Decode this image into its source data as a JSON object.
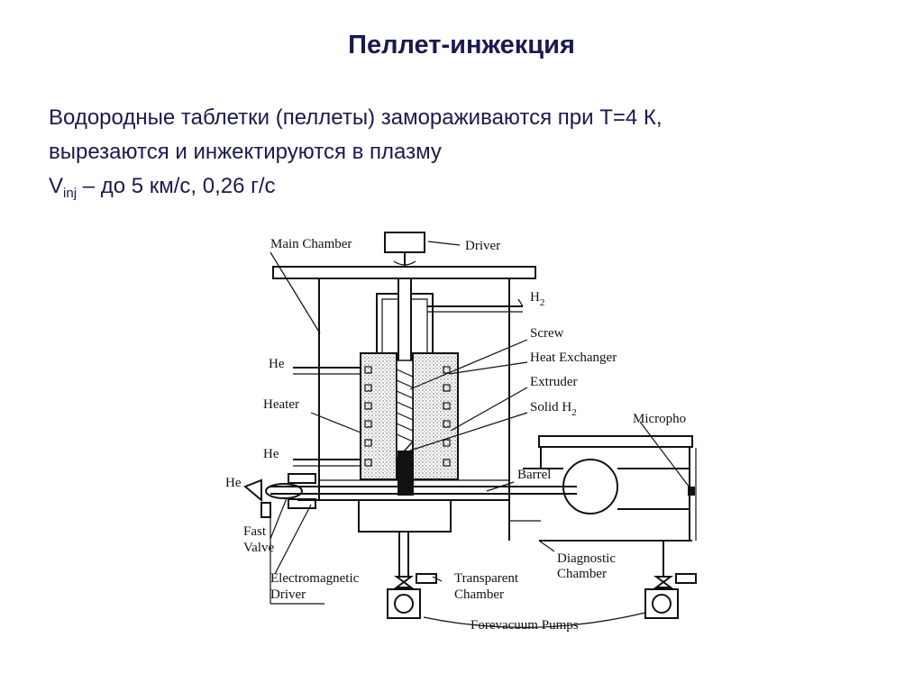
{
  "slide": {
    "title": "Пеллет-инжекция",
    "line1": "Водородные таблетки (пеллеты) замораживаются при Т=4 К,",
    "line2": "вырезаются и инжектируются в плазму",
    "line3_main": "V",
    "line3_sub": "inj",
    "line3_rest": " – до 5 км/с, 0,26 г/с"
  },
  "diagram": {
    "labels": {
      "main_chamber": "Main Chamber",
      "driver": "Driver",
      "h2_symbol": "H",
      "h2_sub": "2",
      "screw": "Screw",
      "heat_exchanger": "Heat Exchanger",
      "extruder": "Extruder",
      "solid_h2": "Solid H",
      "solid_h2_sub": "2",
      "he_top": "He",
      "heater": "Heater",
      "he_mid": "He",
      "he_left": "He",
      "barrel": "Barrel",
      "micropho": "Micropho",
      "fast_valve_1": "Fast",
      "fast_valve_2": "Valve",
      "em_driver_1": "Electromagnetic",
      "em_driver_2": "Driver",
      "transparent_1": "Transparent",
      "transparent_2": "Chamber",
      "diagnostic_1": "Diagnostic",
      "diagnostic_2": "Chamber",
      "forevacuum": "Forevacuum Pumps"
    }
  }
}
